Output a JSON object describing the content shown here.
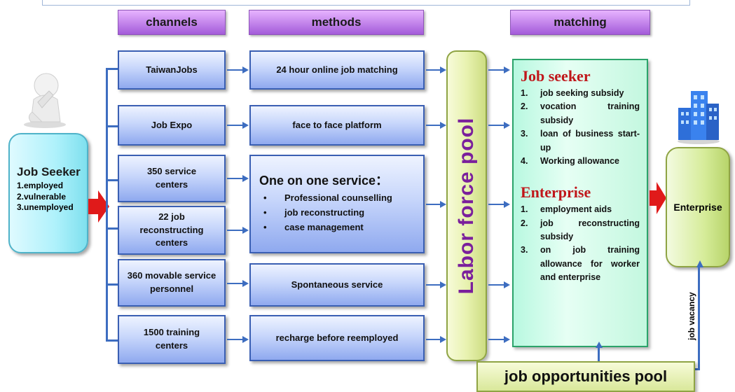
{
  "headers": {
    "channels": "channels",
    "methods": "methods",
    "matching": "matching"
  },
  "job_seeker_box": {
    "title": "Job Seeker",
    "items": [
      "1.employed",
      "2.vulnerable",
      "3.unemployed"
    ]
  },
  "channels": [
    "TaiwanJobs",
    "Job Expo",
    "350 service centers",
    "22 job reconstructing centers",
    "360 movable service personnel",
    "1500 training centers"
  ],
  "methods": {
    "online": "24 hour online job matching",
    "face": "face to face platform",
    "one_on_one_title": "One on one service：",
    "one_on_one_items": [
      "Professional counselling",
      "job reconstructing",
      "case management"
    ],
    "spontaneous": "Spontaneous service",
    "recharge": "recharge before reemployed"
  },
  "labor_pool": "Labor force pool",
  "matching_box": {
    "job_seeker_title": "Job seeker",
    "job_seeker_items": [
      {
        "num": "1.",
        "text": "job seeking subsidy"
      },
      {
        "num": "2.",
        "text": "vocation training subsidy"
      },
      {
        "num": "3.",
        "text": "loan of business start-up"
      },
      {
        "num": "4.",
        "text": "Working allowance"
      }
    ],
    "enterprise_title": "Enterprise",
    "enterprise_items": [
      {
        "num": "1.",
        "text": "employment aids"
      },
      {
        "num": "2.",
        "text": "job reconstructing subsidy"
      },
      {
        "num": "3.",
        "text": "on job training allowance for worker and enterprise"
      }
    ]
  },
  "enterprise_box": "Enterprise",
  "job_vacancy": "job vacancy",
  "job_opportunities_pool": "job opportunities pool",
  "colors": {
    "tab_purple": "#b06ee0",
    "box_blue": "#8fa9ef",
    "connector_blue": "#3d6dc0",
    "arrow_red": "#e01a1a",
    "heading_red": "#c0171b",
    "labor_text_purple": "#7a1f9c",
    "matching_green": "#c3f7df",
    "enterprise_green": "#d6ec9a",
    "seeker_cyan": "#aef1fb"
  },
  "icons": [
    "thinking-person-icon",
    "office-building-icon"
  ]
}
